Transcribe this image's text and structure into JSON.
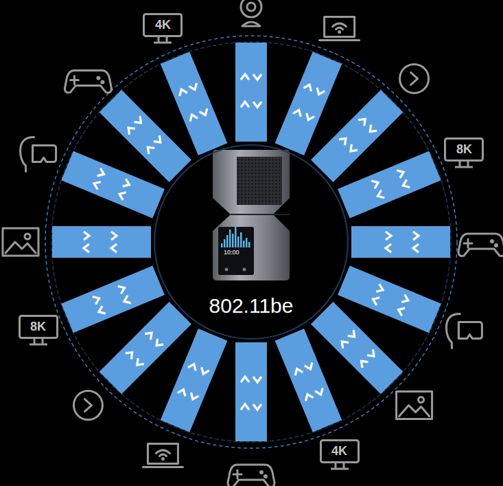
{
  "diagram": {
    "nodes": [
      {
        "text": [
          "802.11be"
        ]
      },
      {
        "text": [
          "4K"
        ]
      },
      {
        "text": [
          "8K"
        ]
      },
      {
        "text": [
          "8K"
        ]
      },
      {
        "text": [
          "4K"
        ]
      }
    ],
    "labels": [
      "10:00"
    ]
  }
}
